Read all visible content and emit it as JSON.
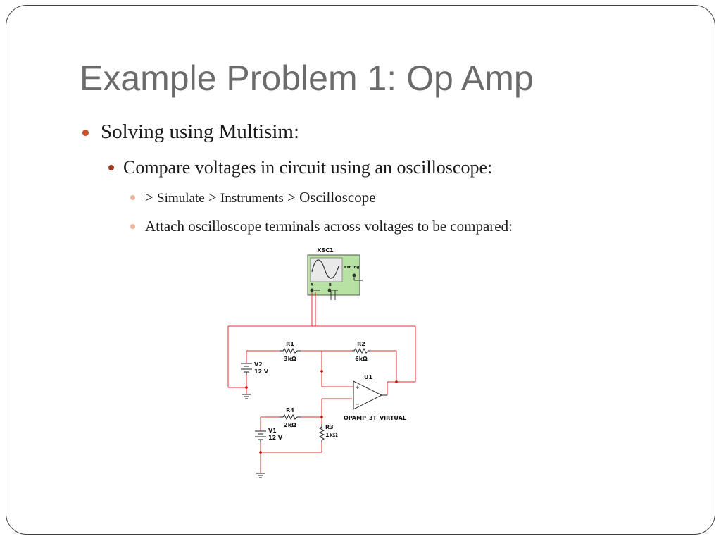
{
  "slide": {
    "title": "Example Problem 1:  Op Amp",
    "bullets": {
      "level1": "Solving using Multisim:",
      "level2": "Compare voltages in circuit using an oscilloscope:",
      "level3_path": {
        "gt1": ">",
        "simulate": "Simulate",
        "gt2": ">",
        "instruments": "Instruments",
        "gt3": ">",
        "oscilloscope": "Oscilloscope"
      },
      "level3_attach": "Attach oscilloscope terminals across voltages to be compared:"
    }
  },
  "circuit": {
    "scope_label": "XSC1",
    "ext_trig": "Ext Trig",
    "ch_a": "A",
    "ch_b": "B",
    "r1_name": "R1",
    "r1_value": "3kΩ",
    "r2_name": "R2",
    "r2_value": "6kΩ",
    "r3_name": "R3",
    "r3_value": "1kΩ",
    "r4_name": "R4",
    "r4_value": "2kΩ",
    "v1_name": "V1",
    "v1_value": "12 V",
    "v2_name": "V2",
    "v2_value": "12 V",
    "u1_name": "U1",
    "u1_model": "OPAMP_3T_VIRTUAL",
    "plus": "+",
    "minus": "−",
    "colors": {
      "wire": "#e03030",
      "node": "#cc0000",
      "scope_body": "#b8e2a4",
      "scope_screen": "#e9e9e9"
    }
  }
}
